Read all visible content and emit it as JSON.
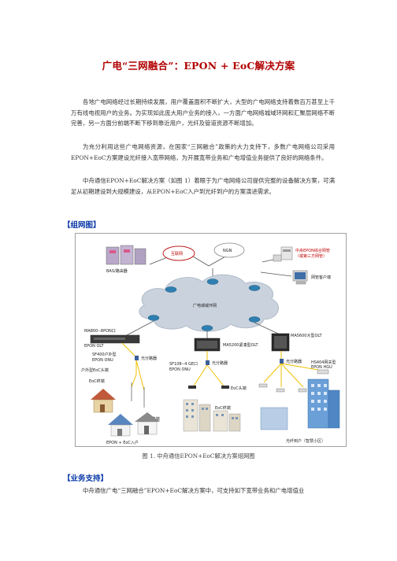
{
  "doc": {
    "title": "广电“三网融合”：EPON + EoC解决方案",
    "paragraphs": [
      "各地广电网络经过长期持续发展，用户覆盖面积不断扩大，大型的广电网络支持着数百万甚至上千万有线电视用户的业务。为实现如此庞大用户业务的接入，一方面广电网络城域环网和汇聚层网络不断完善，另一方面分前端不断下移到靠近用户，光纤及管道资源不断增加。",
      "为充分利用这些广电网络资源，在国家“三网融合”政策的大力支持下，多数广电网络公司采用EPON+EoC方案建设光纤接入宽带网络，为开展宽带业务和广电增值业务提供了良好的网络条件。",
      "中舟通信EPON+EoC解决方案（如图 1）着眼于为广电网络公司提供完整的设备解决方案，可满足从初期建设到大规模建设，从EPON+EoC入户到光纤到户的方案演进需求。"
    ],
    "section1": "【组网图】",
    "caption": "图 1.  中舟通信EPON+EoC解决方案组网图",
    "section2": "【业务支持】",
    "paragraph4": "中舟通信广电“三网融合”EPON+EoC解决方案中，可支持如下宽带业务和广电增值业"
  },
  "diagram": {
    "cloud_label": "广电城域环网",
    "internet": "互联网",
    "ngn": "NGN",
    "bas": "BAS/路由器",
    "nms": "中舟EPON综合网管（或第三方网管）",
    "nms_line1": "中舟EPON综合网管",
    "nms_line2": "（或第三方网管）",
    "client": "网管客户端",
    "olt1_line1": "MA800--8PON口",
    "olt1_line2": "EPON OLT",
    "olt2": "MA5200紧凑型OLT",
    "olt3": "MA5600大型OLT",
    "onu1_line1": "SF400户外型",
    "onu1_line2": "EPON ONU",
    "splitter": "光分路器",
    "eoc_head_out": "户外型EoC头端",
    "eoc_term": "EoC终端",
    "onu2_line1": "SF108--4 GE口",
    "onu2_line2": "EPON ONU",
    "eoc_head": "EoC头端",
    "hgu_line1": "HS404网关型",
    "hgu_line2": "EPON HGU",
    "eoc_entry": "EPON + EoC入户",
    "fttx": "光纤到户（智慧小区）",
    "colors": {
      "cloud": "#c9d2dd",
      "router": "#2f7fb0",
      "fiber": "#f0c000",
      "frame": "#8a8a8a"
    }
  }
}
